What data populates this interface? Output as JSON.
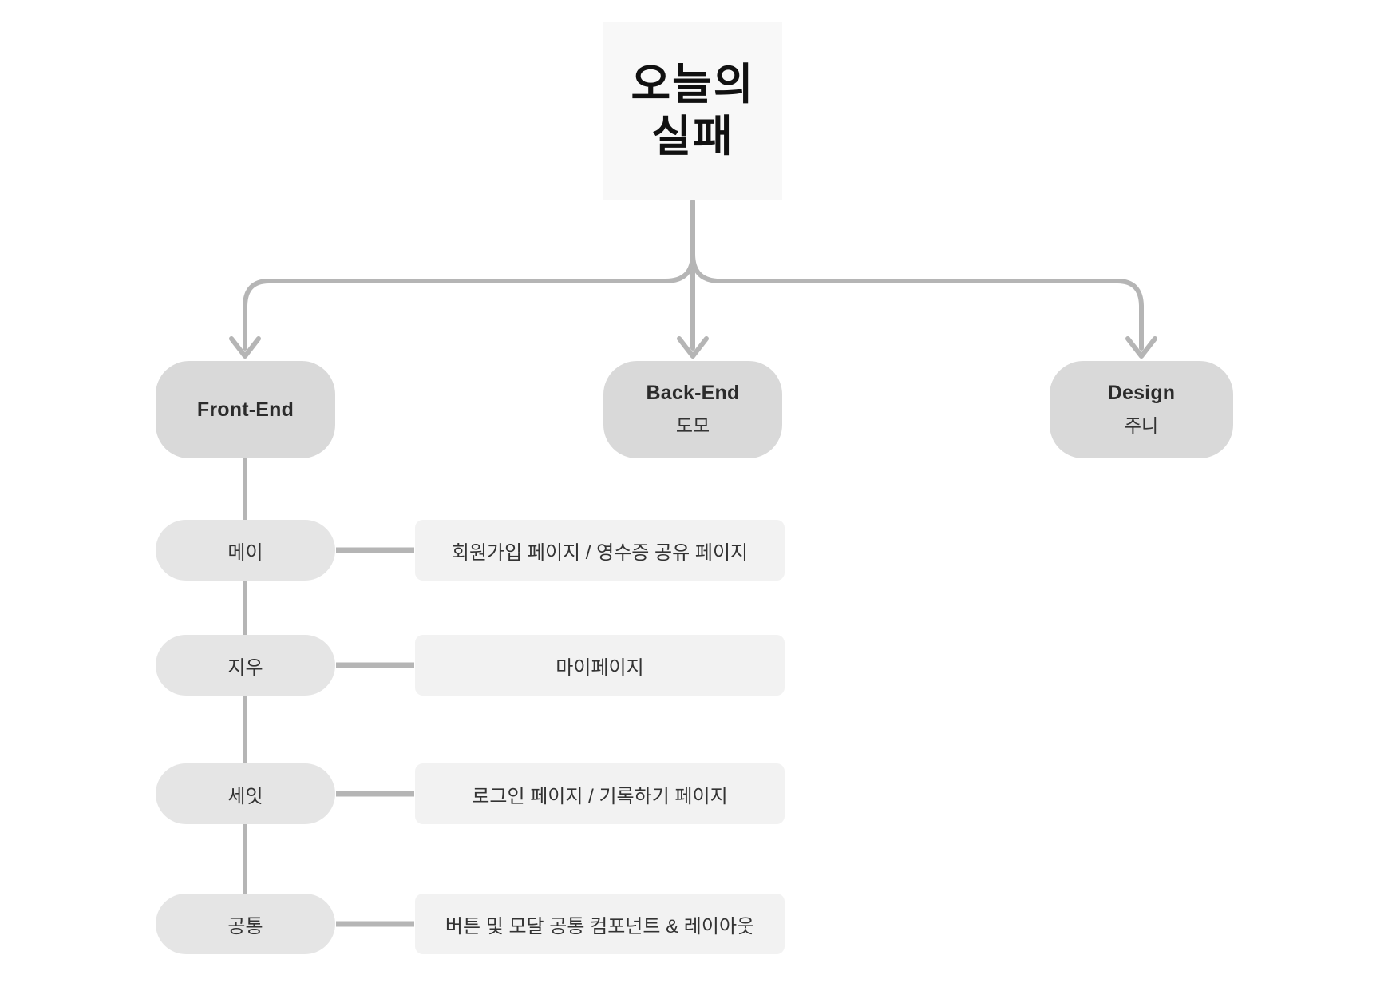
{
  "title": {
    "line1": "오늘의",
    "line2": "실패"
  },
  "teams": [
    {
      "name": "Front-End",
      "member": ""
    },
    {
      "name": "Back-End",
      "member": "도모"
    },
    {
      "name": "Design",
      "member": "주니"
    }
  ],
  "frontend_rows": [
    {
      "member": "메이",
      "task": "회원가입 페이지 / 영수증 공유 페이지"
    },
    {
      "member": "지우",
      "task": "마이페이지"
    },
    {
      "member": "세잇",
      "task": "로그인 페이지 / 기록하기 페이지"
    },
    {
      "member": "공통",
      "task": "버튼 및 모달 공통 컴포넌트 & 레이아웃"
    }
  ],
  "colors": {
    "page_bg": "#ffffff",
    "title_box_bg": "#f8f8f8",
    "title_text": "#111111",
    "team_box_bg": "#d9d9d9",
    "pill_bg": "#e5e5e5",
    "task_bg": "#f2f2f2",
    "connector": "#b5b5b5",
    "text_dark": "#2b2b2b",
    "text_regular": "#333333"
  }
}
